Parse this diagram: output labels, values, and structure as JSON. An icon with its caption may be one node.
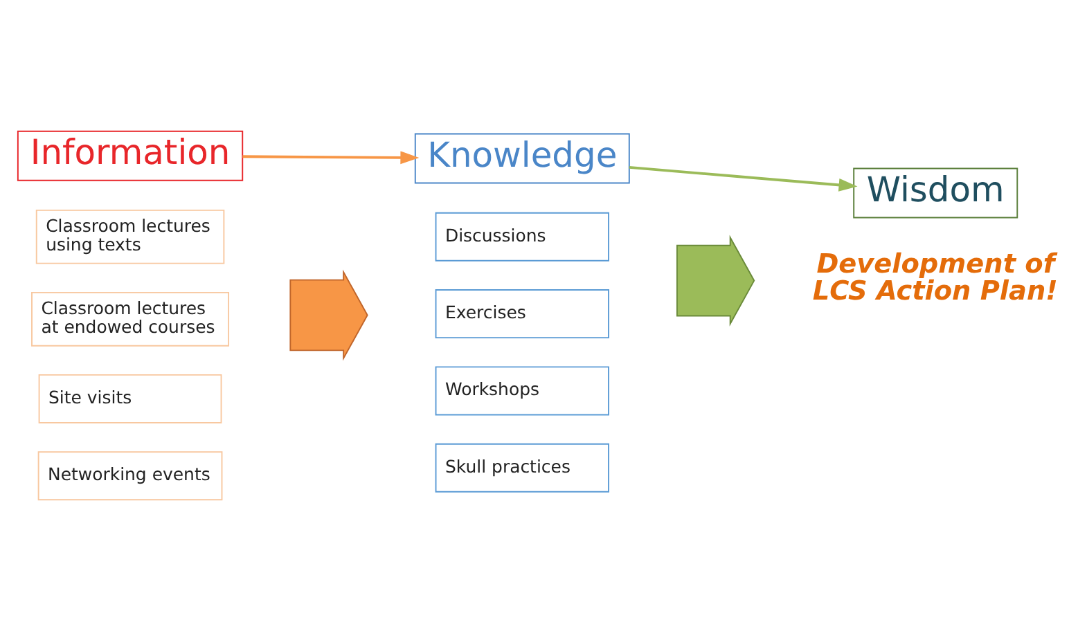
{
  "diagram": {
    "nodes": [
      {
        "text": [
          "Information"
        ]
      },
      {
        "text": [
          "Knowledge"
        ]
      },
      {
        "text": [
          "Wisdom"
        ]
      },
      {
        "text": [
          "Classroom lectures using texts"
        ]
      },
      {
        "text": [
          "Classroom lectures at endowed courses"
        ]
      },
      {
        "text": [
          "Site visits"
        ]
      },
      {
        "text": [
          "Networking events"
        ]
      },
      {
        "text": [],
        "shape": "arrow"
      },
      {
        "text": [
          "Discussions"
        ]
      },
      {
        "text": [
          "Exercises"
        ]
      },
      {
        "text": [
          "Workshops"
        ]
      },
      {
        "text": [
          "Skull practices"
        ]
      },
      {
        "text": [],
        "shape": "arrow"
      },
      {
        "text": [
          "Development of LCS Action Plan!"
        ]
      }
    ],
    "edges": [
      {
        "from": 0,
        "to": 1,
        "arrow": "to",
        "color": "#f79646"
      },
      {
        "from": 1,
        "to": 2,
        "arrow": "to",
        "color": "#9bbb59"
      }
    ]
  }
}
